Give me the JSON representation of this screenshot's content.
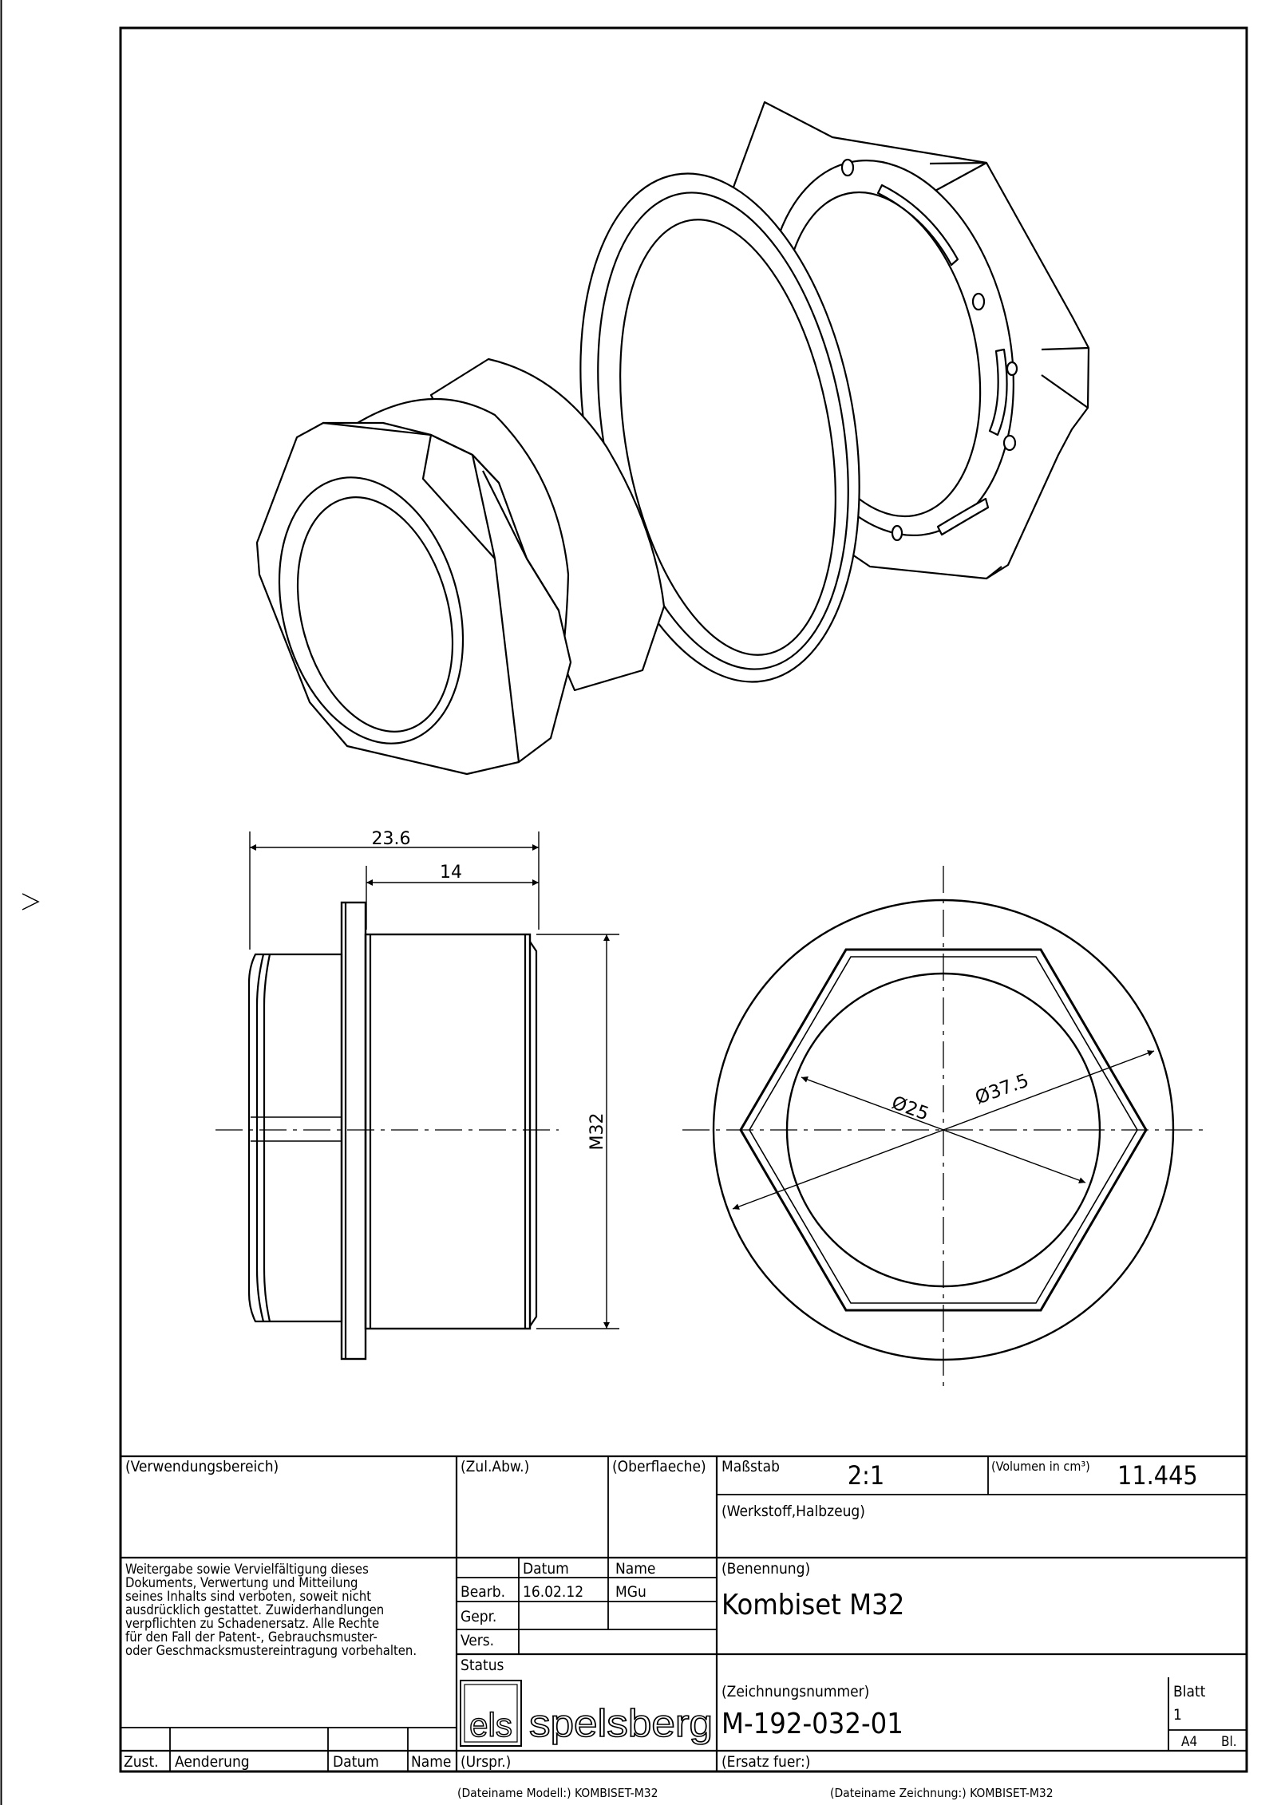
{
  "dimensions": {
    "overall_length": "23.6",
    "body_length": "14",
    "thread": "M32",
    "inner_diameter": "Ø25",
    "outer_diameter": "Ø37.5"
  },
  "title_block": {
    "verwendungsbereich": "(Verwendungsbereich)",
    "zul_abw": "(Zul.Abw.)",
    "oberflaeche": "(Oberflaeche)",
    "massstab_label": "Maßstab",
    "massstab_value": "2:1",
    "volumen_label": "(Volumen in cm³)",
    "volumen_value": "11.445",
    "werkstoff": "(Werkstoff,Halbzeug)",
    "notice": [
      "Weitergabe sowie Vervielfältigung dieses",
      "Dokuments, Verwertung und Mitteilung",
      "seines Inhalts sind verboten, soweit nicht",
      "ausdrücklich gestattet. Zuwiderhandlungen",
      "verpflichten zu Schadenersatz. Alle Rechte",
      "für den Fall der Patent-, Gebrauchsmuster-",
      "oder Geschmacksmustereintragung vorbehalten."
    ],
    "col_datum": "Datum",
    "col_name": "Name",
    "row_bearb": "Bearb.",
    "bearb_datum": "16.02.12",
    "bearb_name": "MGu",
    "row_gepr": "Gepr.",
    "row_vers": "Vers.",
    "row_status": "Status",
    "benennung_label": "(Benennung)",
    "benennung_value": "Kombiset M32",
    "zeichnungsnummer_label": "(Zeichnungsnummer)",
    "zeichnungsnummer_value": "M-192-032-01",
    "blatt_label": "Blatt",
    "blatt_value": "1",
    "format": "A4",
    "bl": "Bl.",
    "zust": "Zust.",
    "aenderung": "Aenderung",
    "datum": "Datum",
    "name": "Name",
    "urspr": "(Urspr.)",
    "ersatz": "(Ersatz fuer:)",
    "logo_left": "els",
    "logo_right": "spelsberg"
  },
  "footer": {
    "modell_file": "(Dateiname Modell:) KOMBISET-M32",
    "zeichnung_file": "(Dateiname Zeichnung:) KOMBISET-M32"
  }
}
